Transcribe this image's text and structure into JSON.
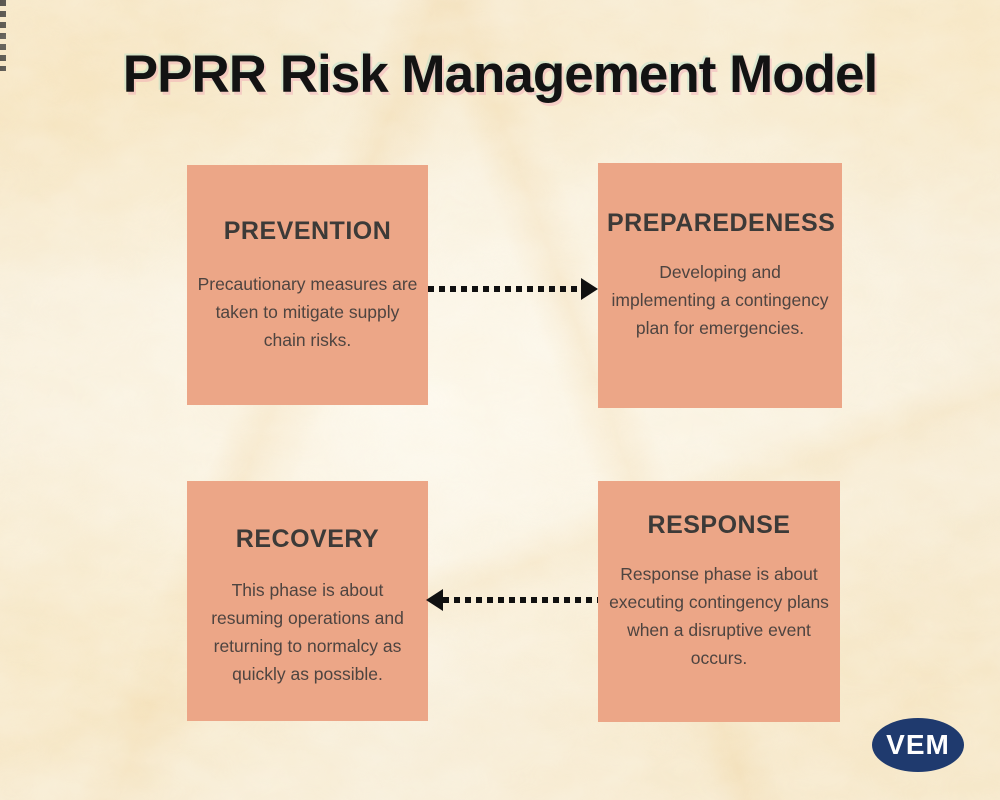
{
  "title": "PPRR Risk Management Model",
  "colors": {
    "box-bg": "#eca687",
    "heading-text": "#3c3a38",
    "body-text": "#4e4440",
    "title-text": "#131313",
    "arrow": "#101010",
    "logo-bg": "#1f3a6e",
    "logo-text": "#ffffff"
  },
  "boxes": [
    {
      "id": "prevention",
      "heading": "PREVENTION",
      "body": "Precautionary measures are taken to mitigate supply chain risks."
    },
    {
      "id": "preparedeness",
      "heading": "PREPAREDENESS",
      "body": "Developing and implementing a contingency plan for emergencies."
    },
    {
      "id": "response",
      "heading": "RESPONSE",
      "body": "Response phase is about executing contingency plans when a disruptive event occurs."
    },
    {
      "id": "recovery",
      "heading": "RECOVERY",
      "body": "This phase is about resuming operations and returning to normalcy as quickly as possible."
    }
  ],
  "arrows": [
    {
      "from": "prevention",
      "to": "preparedeness",
      "style": "dotted",
      "direction": "right"
    },
    {
      "from": "preparedeness",
      "to": "response",
      "style": "dotted",
      "direction": "down"
    },
    {
      "from": "response",
      "to": "recovery",
      "style": "dotted",
      "direction": "left"
    }
  ],
  "logo": {
    "text": "VEM"
  }
}
